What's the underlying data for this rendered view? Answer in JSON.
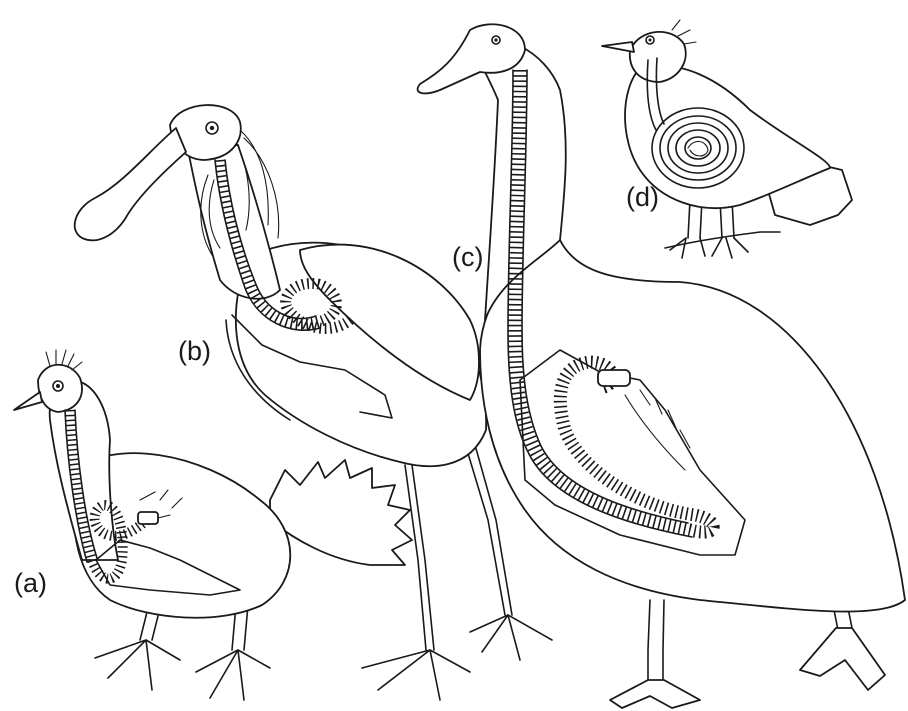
{
  "labels": {
    "a": "(a)",
    "b": "(b)",
    "c": "(c)",
    "d": "(d)"
  },
  "colors": {
    "ink": "#1a1a1a",
    "background": "#ffffff"
  }
}
